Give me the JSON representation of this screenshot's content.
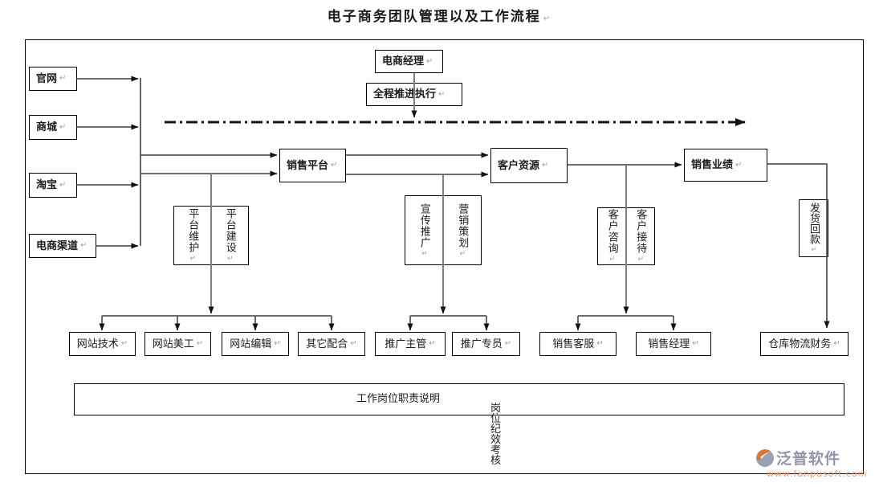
{
  "title": "电子商务团队管理以及工作流程",
  "marks": {
    "paragraph": "↵"
  },
  "flow": {
    "channels": [
      "官网",
      "商城",
      "淘宝",
      "电商渠道"
    ],
    "manager": "电商经理",
    "execution": "全程推进执行",
    "stages": {
      "platform": "销售平台",
      "customers": "客户资源",
      "performance": "销售业绩"
    },
    "platform_tasks": [
      "平台维护",
      "平台建设"
    ],
    "marketing_tasks": [
      "宣传推广",
      "营销策划"
    ],
    "customer_tasks": [
      "客户咨询",
      "客户接待"
    ],
    "fulfillment": "发货回款",
    "web_roles": [
      "网站技术",
      "网站美工",
      "网站编辑",
      "其它配合"
    ],
    "promotion_roles": [
      "推广主管",
      "推广专员"
    ],
    "sales_roles": [
      "销售客服",
      "销售经理"
    ],
    "logistics_role": "仓库物流财务",
    "footer": {
      "duty_note": "工作岗位职责说明",
      "review_note": "岗位纪效考核"
    }
  },
  "watermark": {
    "brand": "泛普软件",
    "url": "www.fanpusoft.com",
    "brand_color": "#8e97aa",
    "url_color": "#f09d72",
    "icon_orange": "#e0732f",
    "icon_gray": "#99a2b4"
  }
}
